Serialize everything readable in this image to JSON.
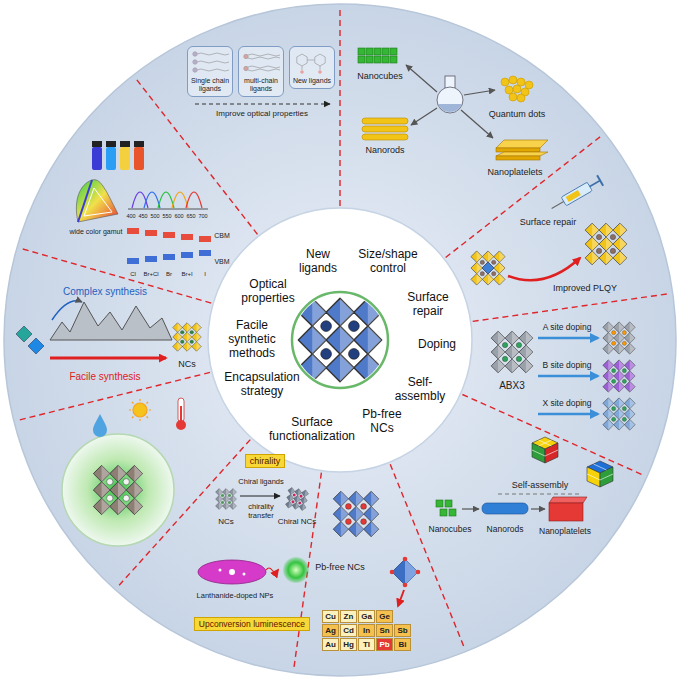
{
  "diagram": {
    "nodes": [
      {
        "text": [
          "Single chain ligands"
        ]
      },
      {
        "text": [
          "multi-chain ligands"
        ]
      },
      {
        "text": [
          "New ligands"
        ]
      },
      {
        "text": [
          "Cu"
        ]
      },
      {
        "text": [
          "Zn"
        ]
      },
      {
        "text": [
          "Ga"
        ]
      },
      {
        "text": [
          "Ge"
        ]
      },
      {
        "text": [
          "Ag"
        ]
      },
      {
        "text": [
          "Cd"
        ]
      },
      {
        "text": [
          "In"
        ]
      },
      {
        "text": [
          "Sn"
        ]
      },
      {
        "text": [
          "Sb"
        ]
      },
      {
        "text": [
          "Au"
        ]
      },
      {
        "text": [
          "Hg"
        ]
      },
      {
        "text": [
          "Tl"
        ]
      },
      {
        "text": [
          "Pb"
        ]
      },
      {
        "text": [
          "Bi"
        ]
      },
      {
        "text": [
          "chirality"
        ]
      },
      {
        "text": [
          "Upconversion luminescence"
        ]
      }
    ],
    "labels": [
      "New ligands",
      "Size/shape control",
      "Surface repair",
      "Doping",
      "Self-assembly",
      "Pb-free NCs",
      "Surface functionalization",
      "Encapsulation strategy",
      "Facile synthetic methods",
      "Optical properties",
      "Improve optical properties",
      "Nanocubes",
      "Quantum dots",
      "Nanorods",
      "Nanoplatelets",
      "Surface repair",
      "Improved PLQY",
      "ABX3",
      "A site doping",
      "B site doping",
      "X site doping",
      "Self-assembly",
      "Nanocubes",
      "Nanorods",
      "Nanoplatelets",
      "Pb-free NCs",
      "Chiral ligands",
      "chirality transfer",
      "NCs",
      "Chiral NCs",
      "Lanthanide-doped NPs",
      "Complex synthesis",
      "Facile synthesis",
      "NCs",
      "wide color gamut",
      "400",
      "450",
      "500",
      "550",
      "600",
      "650",
      "700",
      "CBM",
      "VBM",
      "Cl",
      "Br+Cl",
      "Br",
      "Br+I",
      "I"
    ]
  }
}
